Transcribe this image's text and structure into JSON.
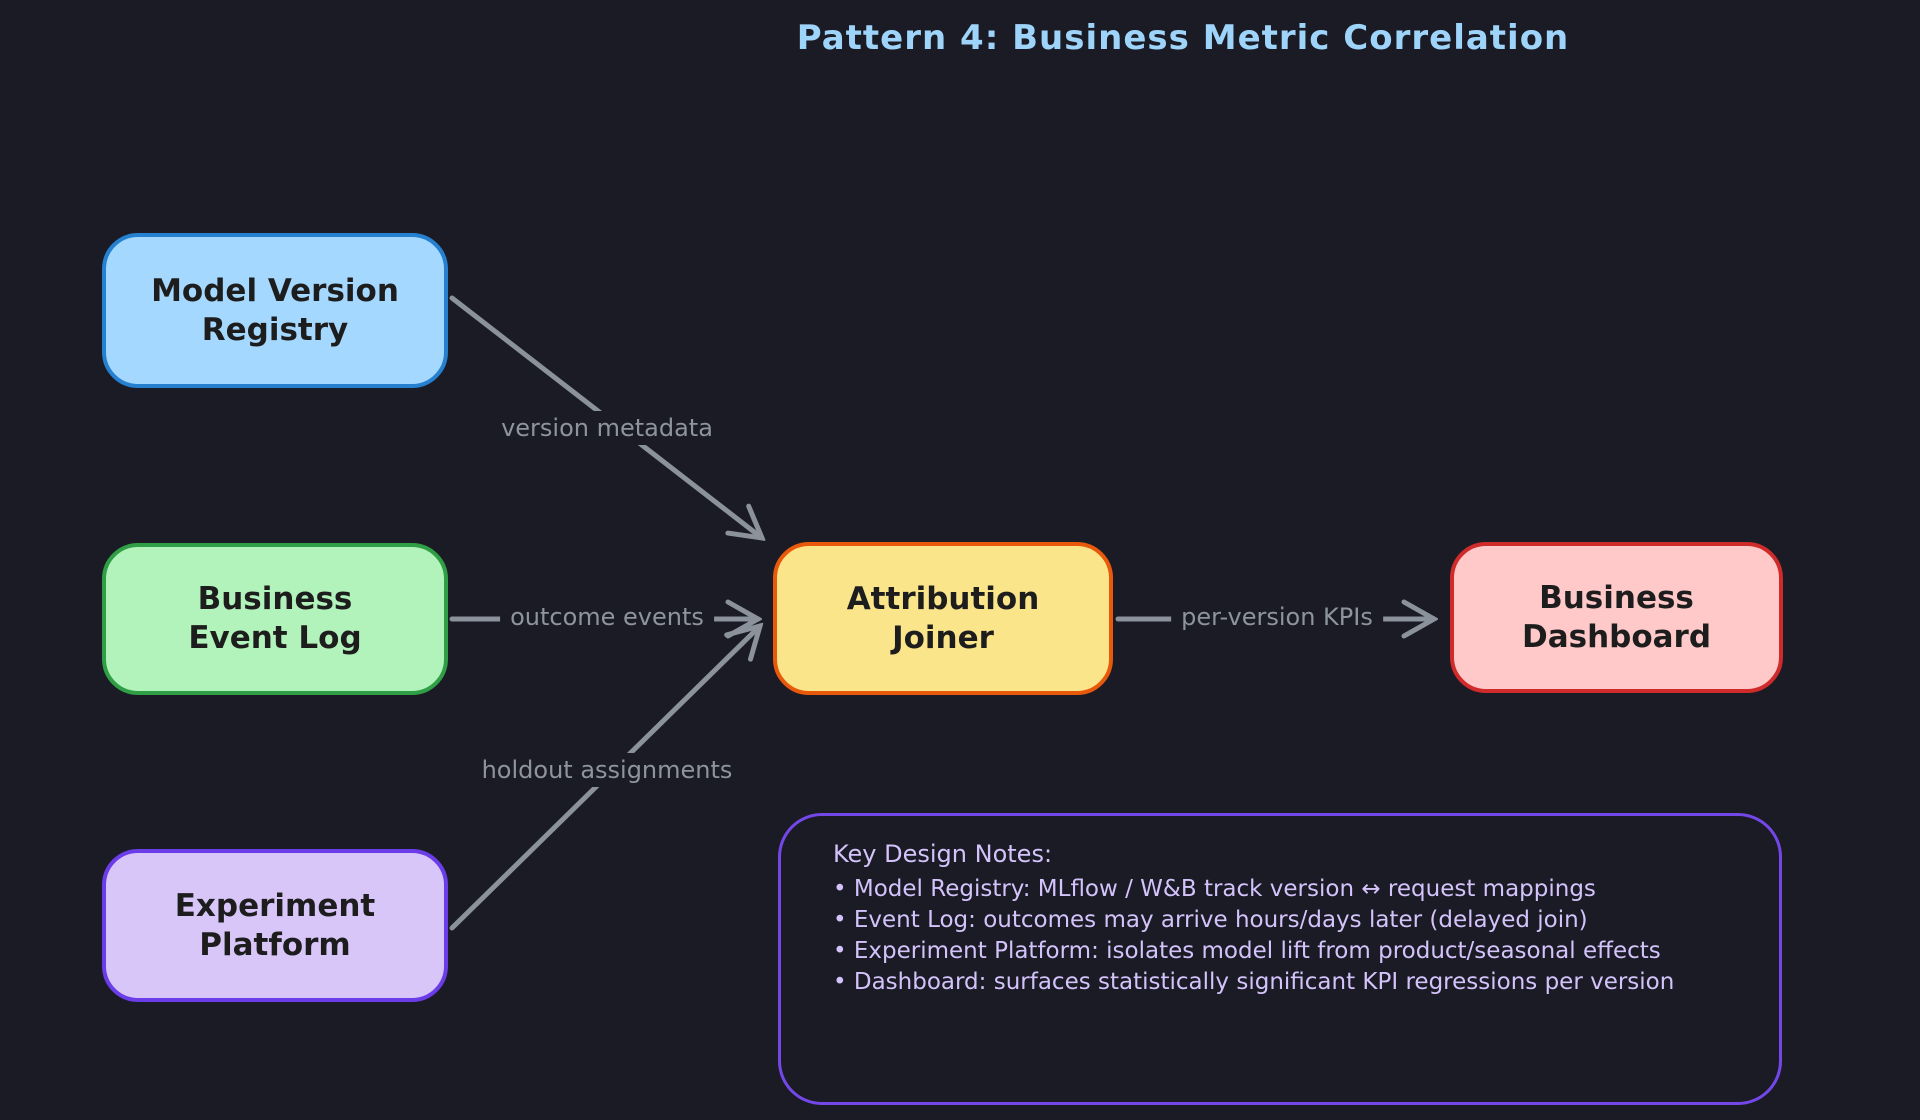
{
  "title": {
    "text": "Pattern 4: Business Metric Correlation"
  },
  "nodes": {
    "model_version_registry": {
      "line1": "Model Version",
      "line2": "Registry",
      "fill": "#a5d8ff",
      "border": "#2680d0"
    },
    "business_event_log": {
      "line1": "Business",
      "line2": "Event Log",
      "fill": "#b2f2bb",
      "border": "#2f9e44"
    },
    "experiment_platform": {
      "line1": "Experiment",
      "line2": "Platform",
      "fill": "#d9c6f9",
      "border": "#6a3de8"
    },
    "attribution_joiner": {
      "line1": "Attribution",
      "line2": "Joiner",
      "fill": "#fbe58a",
      "border": "#e8590c"
    },
    "business_dashboard": {
      "line1": "Business",
      "line2": "Dashboard",
      "fill": "#ffc9c9",
      "border": "#cf2b2b"
    }
  },
  "edges": {
    "version_metadata": {
      "label": "version metadata"
    },
    "outcome_events": {
      "label": "outcome events"
    },
    "holdout_assignments": {
      "label": "holdout assignments"
    },
    "per_version_kpis": {
      "label": "per-version KPIs"
    }
  },
  "notes": {
    "title": "Key Design Notes:",
    "items": [
      "• Model Registry: MLflow / W&B track version ↔ request mappings",
      "• Event Log: outcomes may arrive hours/days later (delayed join)",
      "• Experiment Platform: isolates model lift from product/seasonal effects",
      "• Dashboard: surfaces statistically significant KPI regressions per version"
    ],
    "border_color": "#7448e8",
    "text_color": "#d4c3fb"
  },
  "colors": {
    "background": "#1a1b25",
    "title_text": "#9fd4fa",
    "arrow": "#8b929c",
    "edge_label_text": "#8d949e",
    "node_text": "#1d1d1e"
  }
}
